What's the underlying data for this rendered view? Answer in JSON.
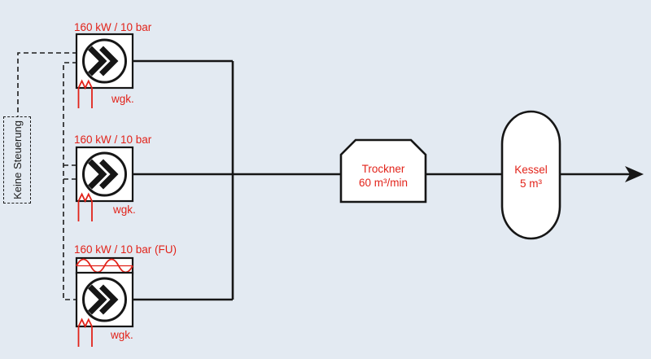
{
  "diagram_title": "compressed-air-system-schematic",
  "colors": {
    "background": "#e3eaf2",
    "accent_red": "#e2231a",
    "line_black": "#161616",
    "shape_fill": "#ffffff"
  },
  "control_box": {
    "label": "Keine Steuerung"
  },
  "compressors": [
    {
      "power_label": "160 kW / 10 bar",
      "heat_recovery_label": "wgk."
    },
    {
      "power_label": "160 kW / 10 bar",
      "heat_recovery_label": "wgk."
    },
    {
      "power_label": "160 kW / 10 bar (FU)",
      "heat_recovery_label": "wgk."
    }
  ],
  "dryer": {
    "name": "Trockner",
    "capacity": "60 m³/min"
  },
  "vessel": {
    "name": "Kessel",
    "volume": "5 m³"
  },
  "icons": {
    "compressor": "double-chevron-right",
    "frequency_converter": "sine-wave",
    "heat_recovery": "zigzag-coil",
    "flow_output": "arrow-right"
  }
}
